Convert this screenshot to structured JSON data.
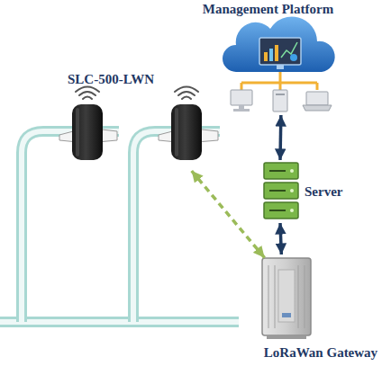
{
  "diagram": {
    "nodes": [
      {
        "text": [
          "Management Platform"
        ]
      },
      {
        "text": [
          "SLC-500-LWN"
        ]
      },
      {
        "text": [
          "Server"
        ]
      },
      {
        "text": [
          "LoRaWan Gateway"
        ]
      }
    ],
    "edges": [
      {
        "from": 0,
        "to": 2,
        "arrow": "both"
      },
      {
        "from": 2,
        "to": 3,
        "arrow": "both"
      },
      {
        "from": 3,
        "to": 1,
        "arrow": "both"
      }
    ]
  }
}
